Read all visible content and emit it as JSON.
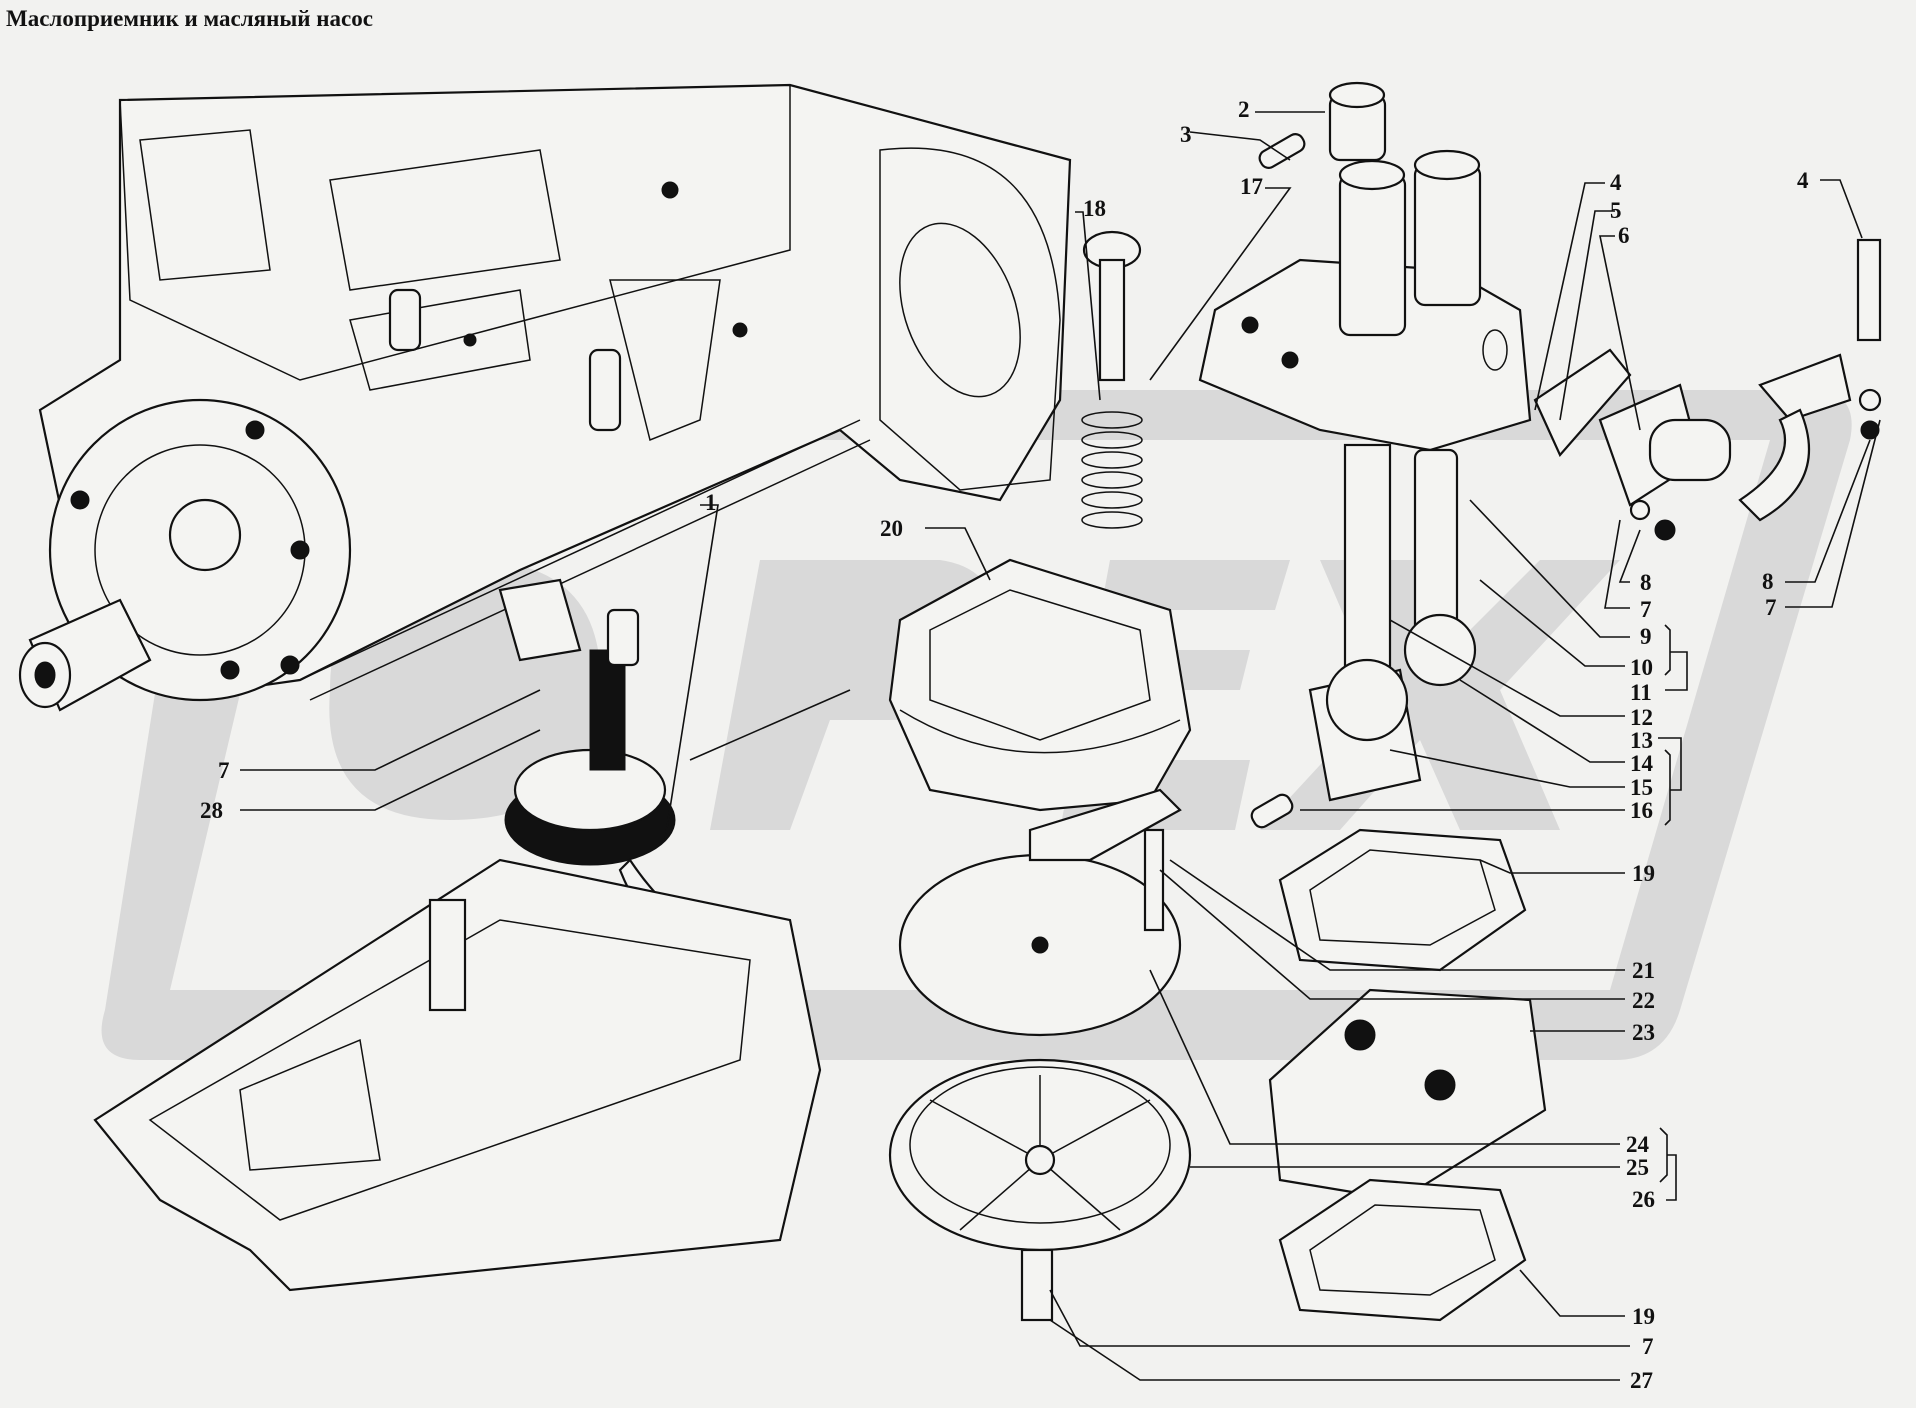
{
  "title": "Маслоприемник и масляный насос",
  "watermark": "OPEX",
  "colors": {
    "background": "#f2f2f0",
    "watermark": "#d9d9d9",
    "line": "#111111"
  },
  "callouts": [
    {
      "id": "c1",
      "label": "1"
    },
    {
      "id": "c2",
      "label": "2"
    },
    {
      "id": "c3",
      "label": "3"
    },
    {
      "id": "c4a",
      "label": "4"
    },
    {
      "id": "c5",
      "label": "5"
    },
    {
      "id": "c6",
      "label": "6"
    },
    {
      "id": "c4b",
      "label": "4"
    },
    {
      "id": "c17",
      "label": "17"
    },
    {
      "id": "c18",
      "label": "18"
    },
    {
      "id": "c20",
      "label": "20"
    },
    {
      "id": "c8a",
      "label": "8"
    },
    {
      "id": "c7a",
      "label": "7"
    },
    {
      "id": "c8b",
      "label": "8"
    },
    {
      "id": "c7b",
      "label": "7"
    },
    {
      "id": "c9",
      "label": "9"
    },
    {
      "id": "c10",
      "label": "10"
    },
    {
      "id": "c11",
      "label": "11"
    },
    {
      "id": "c12",
      "label": "12"
    },
    {
      "id": "c13",
      "label": "13"
    },
    {
      "id": "c14",
      "label": "14"
    },
    {
      "id": "c15",
      "label": "15"
    },
    {
      "id": "c16",
      "label": "16"
    },
    {
      "id": "c19a",
      "label": "19"
    },
    {
      "id": "c21",
      "label": "21"
    },
    {
      "id": "c22",
      "label": "22"
    },
    {
      "id": "c23",
      "label": "23"
    },
    {
      "id": "c24",
      "label": "24"
    },
    {
      "id": "c25",
      "label": "25"
    },
    {
      "id": "c26",
      "label": "26"
    },
    {
      "id": "c19b",
      "label": "19"
    },
    {
      "id": "c7c",
      "label": "7"
    },
    {
      "id": "c27",
      "label": "27"
    },
    {
      "id": "c7d",
      "label": "7"
    },
    {
      "id": "c28",
      "label": "28"
    }
  ]
}
